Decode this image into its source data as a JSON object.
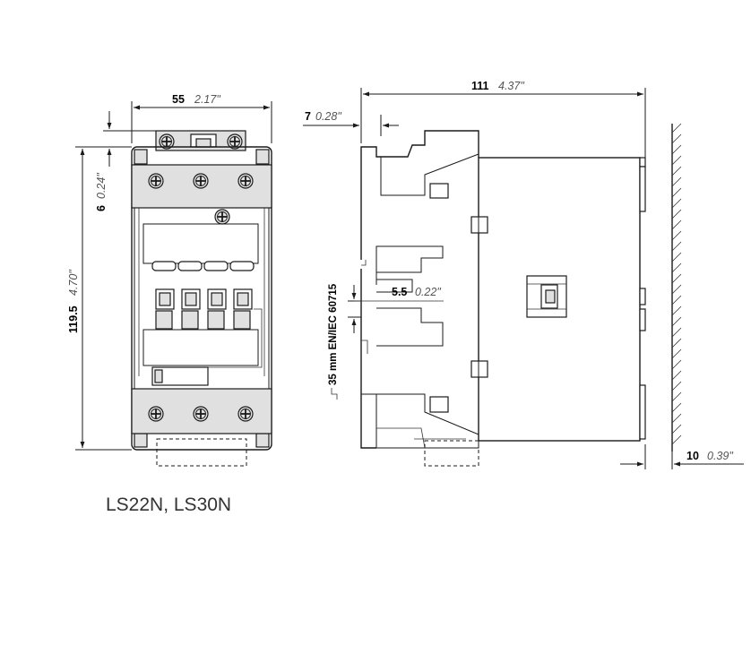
{
  "dimensions": {
    "width": {
      "mm": "55",
      "inch": "2.17\""
    },
    "height": {
      "mm": "119.5",
      "inch": "4.70\""
    },
    "top_offset": {
      "mm": "6",
      "inch": "0.24\""
    },
    "depth": {
      "mm": "111",
      "inch": "4.37\""
    },
    "front_offset": {
      "mm": "7",
      "inch": "0.28\""
    },
    "rail_offset": {
      "mm": "5.5",
      "inch": "0.22\""
    },
    "wall_clearance": {
      "mm": "10",
      "inch": "0.39\""
    },
    "rail_label": "35 mm EN/IEC 60715"
  },
  "caption": "LS22N, LS30N"
}
